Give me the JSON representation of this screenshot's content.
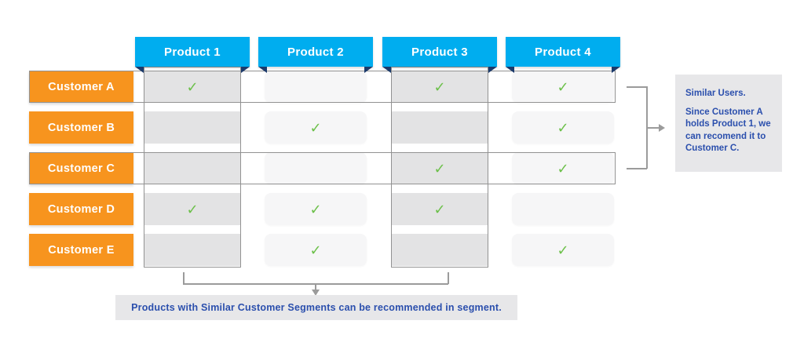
{
  "diagram": {
    "products": [
      "Product 1",
      "Product 2",
      "Product 3",
      "Product 4"
    ],
    "customers": [
      "Customer A",
      "Customer B",
      "Customer C",
      "Customer D",
      "Customer E"
    ],
    "cells": [
      [
        "✓",
        "",
        "✓",
        "✓"
      ],
      [
        "",
        "✓",
        "",
        "✓"
      ],
      [
        "",
        "",
        "✓",
        "✓"
      ],
      [
        "✓",
        "✓",
        "✓",
        ""
      ],
      [
        "",
        "✓",
        "",
        "✓"
      ]
    ],
    "highlighted_products": [
      "Product 1",
      "Product 3"
    ],
    "highlighted_customers": [
      "Customer A",
      "Customer C"
    ],
    "callout_similar_users": {
      "title": "Similar Users.",
      "body": "Since Customer A holds Product 1, we can recomend it to Customer C."
    },
    "callout_segment": "Products with Similar Customer Segments can be recommended in segment.",
    "colors": {
      "product_header": "#00ADEF",
      "ribbon_fold": "#1B3A6B",
      "customer_label": "#F7941E",
      "checkmark": "#6CC04A",
      "callout_text": "#2B4FAD",
      "callout_bg": "#E7E7E9",
      "band_fill": "#E3E3E4",
      "pill_fill": "#F6F6F7",
      "outline": "#929292",
      "connector": "#9B9B9B"
    }
  }
}
